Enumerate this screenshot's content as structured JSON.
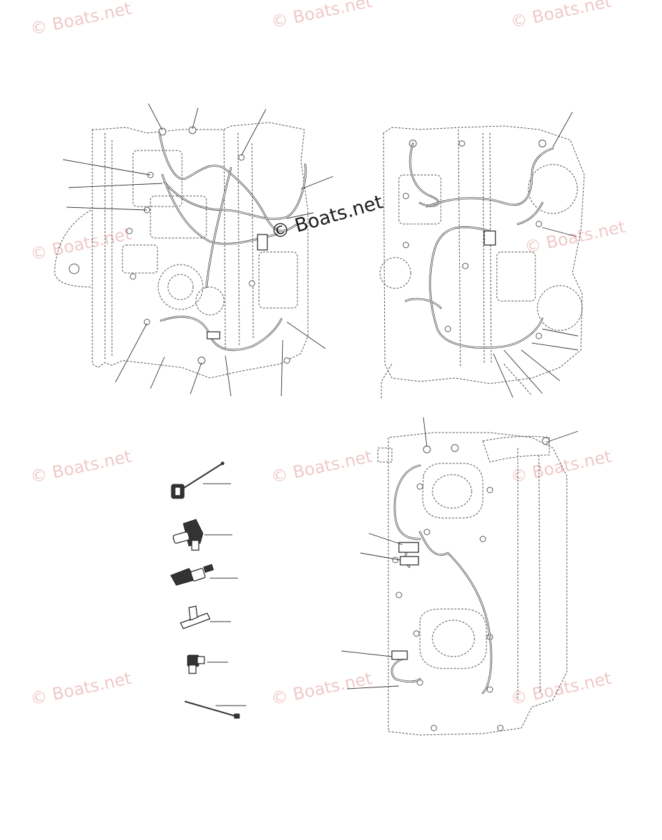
{
  "watermarks": {
    "small": "© Boats.net",
    "main": "© Boats.net"
  },
  "panels": [
    {
      "name": "engine-view-front-left"
    },
    {
      "name": "engine-view-front-right"
    },
    {
      "name": "engine-view-side"
    }
  ],
  "parts_list": [
    {
      "name": "temperature-sensor-with-lead"
    },
    {
      "name": "elbow-hose-fitting"
    },
    {
      "name": "threaded-sensor-switch"
    },
    {
      "name": "tee-joint"
    },
    {
      "name": "small-elbow-fitting"
    },
    {
      "name": "cable-tie"
    }
  ]
}
